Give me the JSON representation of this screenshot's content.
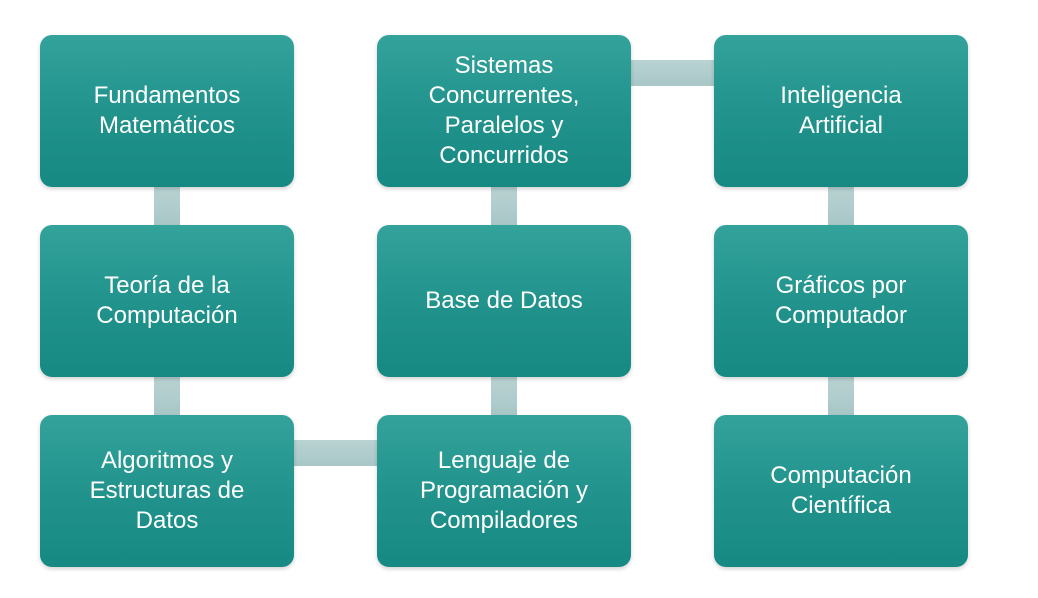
{
  "diagram": {
    "nodes": [
      {
        "id": "n1",
        "label": "Fundamentos\nMatemáticos"
      },
      {
        "id": "n2",
        "label": "Teoría de la\nComputación"
      },
      {
        "id": "n3",
        "label": "Algoritmos y\nEstructuras de\nDatos"
      },
      {
        "id": "n4",
        "label": "Sistemas\nConcurrentes,\nParalelos y\nConcurridos"
      },
      {
        "id": "n5",
        "label": "Base de Datos"
      },
      {
        "id": "n6",
        "label": "Lenguaje de\nProgramación y\nCompiladores"
      },
      {
        "id": "n7",
        "label": "Inteligencia\nArtificial"
      },
      {
        "id": "n8",
        "label": "Gráficos por\nComputador"
      },
      {
        "id": "n9",
        "label": "Computación\nCientífica"
      }
    ],
    "edges": [
      {
        "from": "n1",
        "to": "n2"
      },
      {
        "from": "n2",
        "to": "n3"
      },
      {
        "from": "n3",
        "to": "n6"
      },
      {
        "from": "n6",
        "to": "n5"
      },
      {
        "from": "n5",
        "to": "n4"
      },
      {
        "from": "n4",
        "to": "n7"
      },
      {
        "from": "n7",
        "to": "n8"
      },
      {
        "from": "n8",
        "to": "n9"
      }
    ],
    "colors": {
      "node_fill": "#21938c",
      "node_text": "#ffffff",
      "connector": "#b0cdcd"
    }
  }
}
